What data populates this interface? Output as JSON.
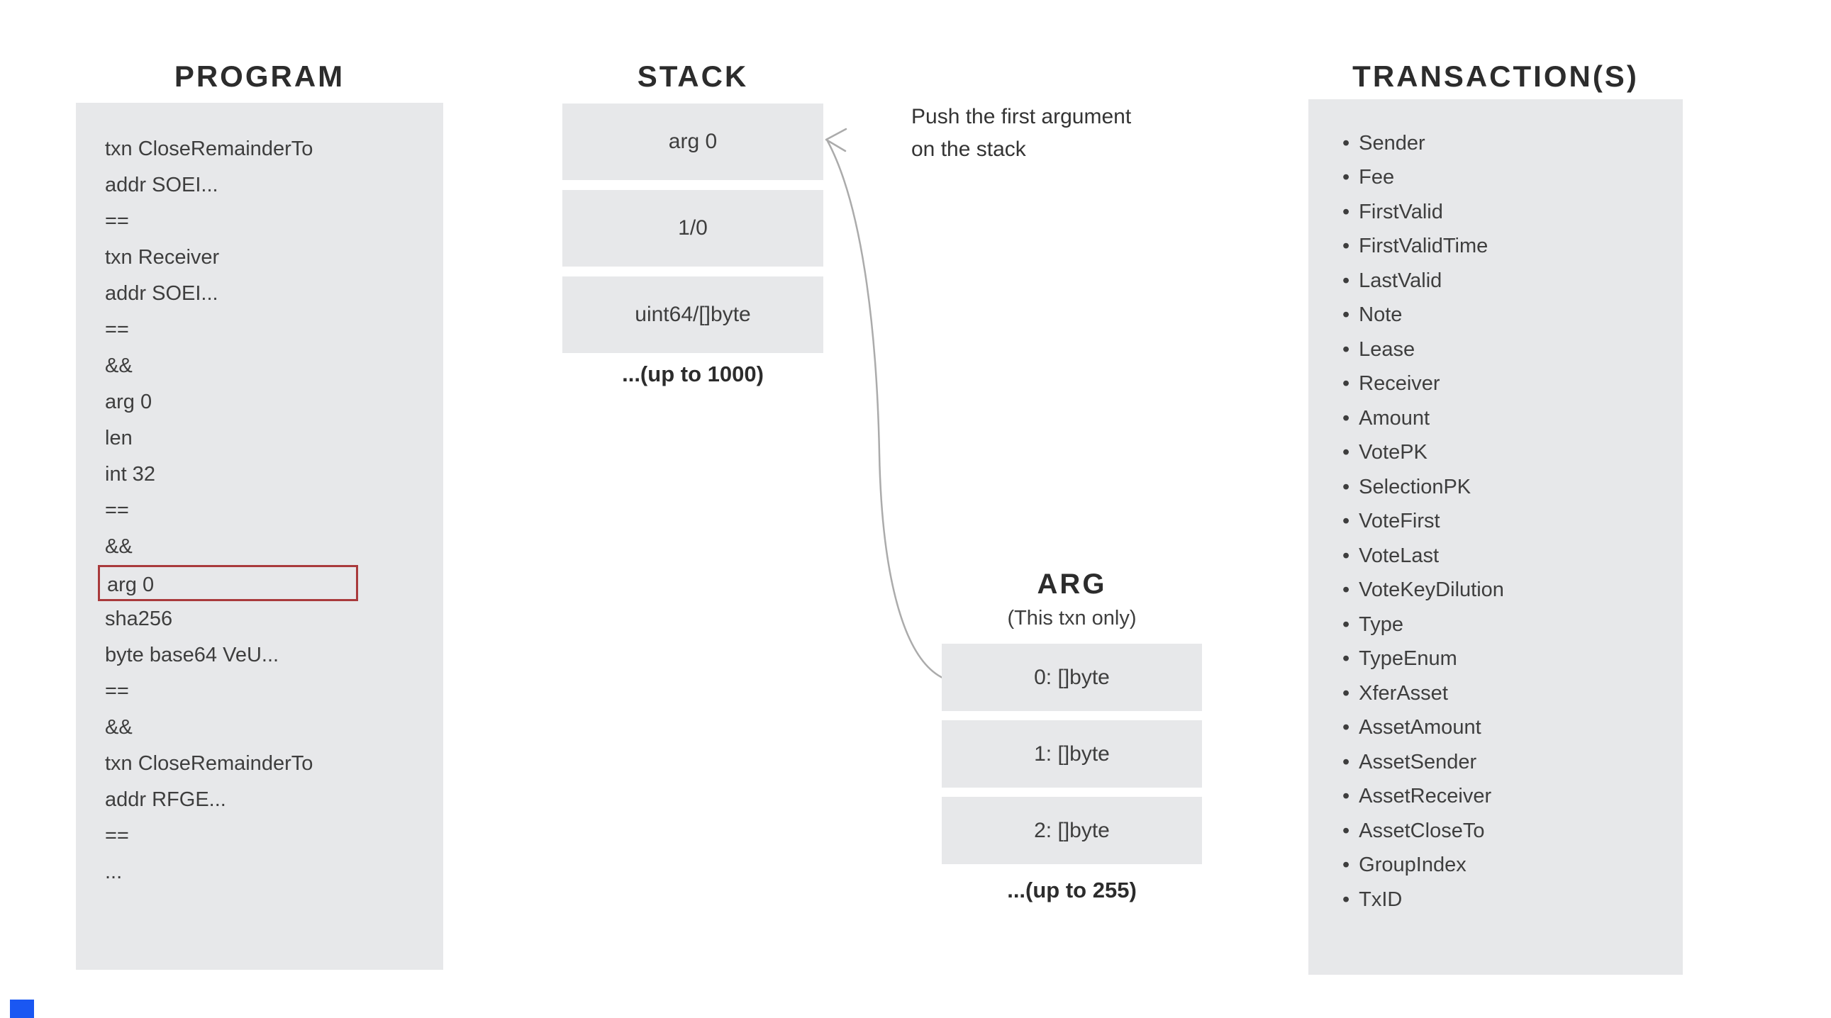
{
  "titles": {
    "program": "PROGRAM",
    "stack": "STACK",
    "arg": "ARG",
    "arg_subtitle": "(This txn only)",
    "transactions": "TRANSACTION(S)"
  },
  "program": {
    "lines": [
      {
        "text": "txn CloseRemainderTo"
      },
      {
        "text": "addr SOEI..."
      },
      {
        "text": "=="
      },
      {
        "text": "txn Receiver"
      },
      {
        "text": "addr SOEI..."
      },
      {
        "text": "=="
      },
      {
        "text": "&&"
      },
      {
        "text": "arg 0"
      },
      {
        "text": "len"
      },
      {
        "text": "int 32"
      },
      {
        "text": "=="
      },
      {
        "text": "&&"
      },
      {
        "text": "arg 0",
        "highlighted": true
      },
      {
        "text": "sha256"
      },
      {
        "text": "byte base64 VeU..."
      },
      {
        "text": "=="
      },
      {
        "text": "&&"
      },
      {
        "text": "txn CloseRemainderTo"
      },
      {
        "text": "addr RFGE..."
      },
      {
        "text": "=="
      },
      {
        "text": "..."
      }
    ]
  },
  "stack": {
    "boxes": [
      "arg 0",
      "1/0",
      "uint64/[]byte"
    ],
    "capacity_note": "...(up to 1000)"
  },
  "annotation": {
    "line1": "Push the first argument",
    "line2": "on the stack"
  },
  "arg": {
    "boxes": [
      "0: []byte",
      "1: []byte",
      "2: []byte"
    ],
    "capacity_note": "...(up to 255)"
  },
  "transactions": {
    "bullet": "•",
    "items": [
      "Sender",
      "Fee",
      "FirstValid",
      "FirstValidTime",
      "LastValid",
      "Note",
      "Lease",
      "Receiver",
      "Amount",
      "VotePK",
      "SelectionPK",
      "VoteFirst",
      "VoteLast",
      "VoteKeyDilution",
      "Type",
      "TypeEnum",
      "XferAsset",
      "AssetAmount",
      "AssetSender",
      "AssetReceiver",
      "AssetCloseTo",
      "GroupIndex",
      "TxID"
    ]
  },
  "colors": {
    "panel_gray": "#e7e8ea",
    "text": "#3e3e3e",
    "title": "#2c2c2c",
    "highlight_red": "#a93a3c",
    "arrow_gray": "#ababab",
    "marker_blue": "#1a57f2"
  }
}
